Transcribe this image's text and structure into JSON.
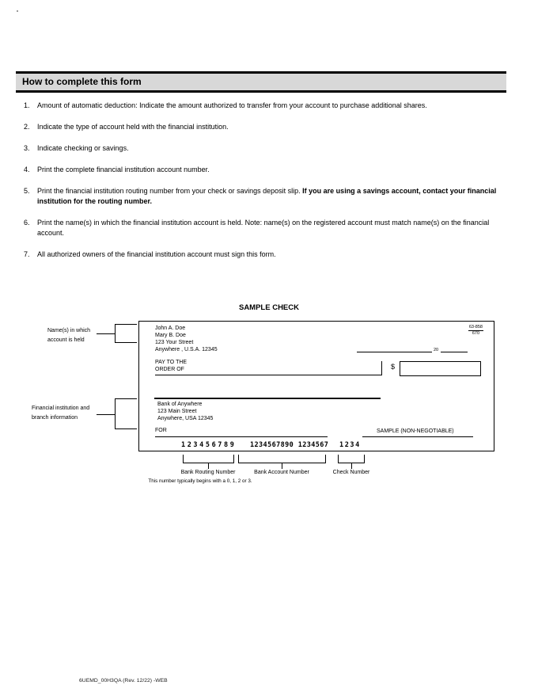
{
  "header": {
    "title": "How to complete this form",
    "background": "#d8d8d8"
  },
  "instructions": [
    {
      "num": "1.",
      "text": "Amount of automatic deduction:  Indicate the amount authorized to transfer from your account to purchase additional shares.",
      "bold": ""
    },
    {
      "num": "2.",
      "text": "Indicate the type of account held with the financial institution.",
      "bold": ""
    },
    {
      "num": "3.",
      "text": "Indicate checking or savings.",
      "bold": ""
    },
    {
      "num": "4.",
      "text": "Print the complete financial institution account number.",
      "bold": ""
    },
    {
      "num": "5.",
      "text": "Print the financial institution routing number from your check or savings deposit slip.  ",
      "bold": "If you are using a savings account, contact your financial institution for the routing number."
    },
    {
      "num": "6.",
      "text": "Print the name(s) in which the financial institution account is held.  Note: name(s) on the registered account must match name(s) on the financial account.",
      "bold": ""
    },
    {
      "num": "7.",
      "text": "All authorized owners of the financial institution account must sign this form.",
      "bold": ""
    }
  ],
  "sample_check": {
    "title": "SAMPLE CHECK",
    "payor_lines": [
      "John A. Doe",
      "Mary B. Doe",
      "123 Your Street",
      "Anywhere , U.S.A. 12345"
    ],
    "fraction_top": "63-858",
    "fraction_bottom": "670",
    "date_prefix": "20",
    "pay_to_line1": "PAY TO THE",
    "pay_to_line2": "ORDER OF",
    "dollar_sign": "$",
    "bank_lines": [
      "Bank of Anywhere",
      "123 Main Street",
      "Anywhere, USA 12345"
    ],
    "for_label": "FOR",
    "sample_stamp": "SAMPLE (NON-NEGOTIABLE)",
    "micr": {
      "routing": "123456789",
      "account": "1234567890 1234567",
      "check": "1234"
    }
  },
  "annotations": {
    "names_label_line1": "Name(s) in which",
    "names_label_line2": "account is held",
    "financial_label_line1": "Financial institution and",
    "financial_label_line2": "branch information",
    "routing_label": "Bank Routing Number",
    "routing_note": "This number typically begins with a 0, 1, 2 or 3.",
    "account_label": "Bank Account Number",
    "check_label": "Check Number"
  },
  "footer": {
    "form_code": "6UEMD_00H3QA (Rev. 12/22)  -WEB"
  }
}
